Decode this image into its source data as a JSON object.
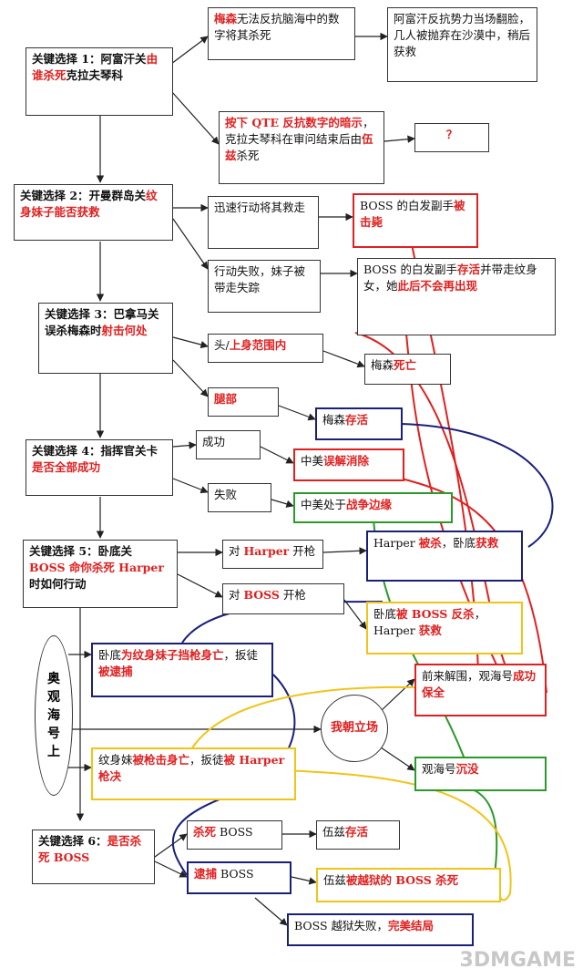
{
  "nodes": {
    "k1": [
      {
        "t": "关键选择 1：阿富汗关",
        "c": "k"
      },
      {
        "t": "由谁杀死",
        "c": "r"
      },
      {
        "t": "克拉夫琴科",
        "c": "k"
      }
    ],
    "a1": [
      {
        "t": "梅森",
        "c": "r"
      },
      {
        "t": "无法反抗脑海中的数字将其杀死",
        "c": ""
      }
    ],
    "a1r": [
      {
        "t": "阿富汗反抗势力当场翻脸，几人被抛弃在沙漠中，稍后获救",
        "c": ""
      }
    ],
    "a2": [
      {
        "t": "按下 QTE 反抗数字的暗示",
        "c": "r"
      },
      {
        "t": "，克拉夫琴科在审问结束后由",
        "c": ""
      },
      {
        "t": "伍兹",
        "c": "r"
      },
      {
        "t": "杀死",
        "c": ""
      }
    ],
    "a2r": [
      {
        "t": "？",
        "c": "r"
      }
    ],
    "k2": [
      {
        "t": "关键选择 2：开曼群岛关",
        "c": "k"
      },
      {
        "t": "纹身妹子能否获救",
        "c": "r"
      }
    ],
    "b1": [
      {
        "t": "迅速行动将其救走",
        "c": ""
      }
    ],
    "b1r": [
      {
        "t": "BOSS 的白发副手",
        "c": ""
      },
      {
        "t": "被击毙",
        "c": "r"
      }
    ],
    "b2": [
      {
        "t": "行动失败，妹子被带走失踪",
        "c": ""
      }
    ],
    "b2r": [
      {
        "t": "BOSS 的白发副手",
        "c": ""
      },
      {
        "t": "存活",
        "c": "r"
      },
      {
        "t": "并带走纹身女，她",
        "c": ""
      },
      {
        "t": "此后不会再出现",
        "c": "r"
      }
    ],
    "k3": [
      {
        "t": "关键选择 3：巴拿马关误杀梅森时",
        "c": "k"
      },
      {
        "t": "射击何处",
        "c": "r"
      }
    ],
    "c1": [
      {
        "t": "头/",
        "c": ""
      },
      {
        "t": "上身范围内",
        "c": "r"
      }
    ],
    "c1r": [
      {
        "t": "梅森",
        "c": ""
      },
      {
        "t": "死亡",
        "c": "r"
      }
    ],
    "c2": [
      {
        "t": "腿部",
        "c": "r"
      }
    ],
    "c2r": [
      {
        "t": "梅森",
        "c": ""
      },
      {
        "t": "存活",
        "c": "r"
      }
    ],
    "k4": [
      {
        "t": "关键选择 4：指挥官关卡",
        "c": "k"
      },
      {
        "t": "是否全部成功",
        "c": "r"
      }
    ],
    "d1": [
      {
        "t": "成功",
        "c": ""
      }
    ],
    "d1r": [
      {
        "t": "中美",
        "c": ""
      },
      {
        "t": "误解消除",
        "c": "r"
      }
    ],
    "d2": [
      {
        "t": "失败",
        "c": ""
      }
    ],
    "d2r": [
      {
        "t": "中美处于",
        "c": ""
      },
      {
        "t": "战争边缘",
        "c": "r"
      }
    ],
    "k5": [
      {
        "t": "关键选择 5：卧底关 ",
        "c": "k"
      },
      {
        "t": "BOSS 命你杀死 Harper",
        "c": "r"
      },
      {
        "t": " 时如何行动",
        "c": "k"
      }
    ],
    "e1": [
      {
        "t": "对 ",
        "c": ""
      },
      {
        "t": "Harper",
        "c": "r"
      },
      {
        "t": " 开枪",
        "c": ""
      }
    ],
    "e1r": [
      {
        "t": "Harper ",
        "c": ""
      },
      {
        "t": "被杀",
        "c": "r"
      },
      {
        "t": "，卧底",
        "c": ""
      },
      {
        "t": "获救",
        "c": "r"
      }
    ],
    "e2": [
      {
        "t": "对 ",
        "c": ""
      },
      {
        "t": "BOSS",
        "c": "r"
      },
      {
        "t": " 开枪",
        "c": ""
      }
    ],
    "e2r": [
      {
        "t": "卧底",
        "c": ""
      },
      {
        "t": "被 BOSS 反杀",
        "c": "r"
      },
      {
        "t": "，Harper ",
        "c": ""
      },
      {
        "t": "获救",
        "c": "r"
      }
    ],
    "f1": [
      {
        "t": "卧底",
        "c": ""
      },
      {
        "t": "为纹身妹子挡枪身亡",
        "c": "r"
      },
      {
        "t": "，扳徒",
        "c": ""
      },
      {
        "t": "被逮捕",
        "c": "r"
      }
    ],
    "f2": [
      {
        "t": "纹身妹",
        "c": ""
      },
      {
        "t": "被枪击身亡",
        "c": "r"
      },
      {
        "t": "，扳徒",
        "c": ""
      },
      {
        "t": "被 Harper 枪决",
        "c": "r"
      }
    ],
    "oval": [
      "奥",
      "观",
      "海",
      "号",
      "上"
    ],
    "circle": [
      {
        "t": "我朝",
        "c": "r"
      },
      {
        "t": "立场",
        "c": "r"
      }
    ],
    "g1": [
      {
        "t": "前来解围，观海号",
        "c": ""
      },
      {
        "t": "成功保全",
        "c": "r"
      }
    ],
    "g2": [
      {
        "t": "观海号",
        "c": ""
      },
      {
        "t": "沉没",
        "c": "r"
      }
    ],
    "k6": [
      {
        "t": "关键选择 6：",
        "c": "k"
      },
      {
        "t": "是否杀死 BOSS",
        "c": "r"
      }
    ],
    "h1": [
      {
        "t": "杀死",
        "c": "r"
      },
      {
        "t": " BOSS",
        "c": ""
      }
    ],
    "h1r": [
      {
        "t": "伍兹",
        "c": ""
      },
      {
        "t": "存活",
        "c": "r"
      }
    ],
    "h2": [
      {
        "t": "逮捕",
        "c": "r"
      },
      {
        "t": " BOSS",
        "c": ""
      }
    ],
    "h2r": [
      {
        "t": "伍兹",
        "c": ""
      },
      {
        "t": "被越狱的 BOSS 杀死",
        "c": "r"
      }
    ],
    "h3": [
      {
        "t": "BOSS 越狱失败，",
        "c": ""
      },
      {
        "t": "完美结局",
        "c": "r"
      }
    ]
  },
  "watermark": "3DMGAME",
  "colors": {
    "red": "#e02020",
    "blue": "#1a1f7a",
    "green": "#2a9a2a",
    "yellow": "#f0c418"
  }
}
